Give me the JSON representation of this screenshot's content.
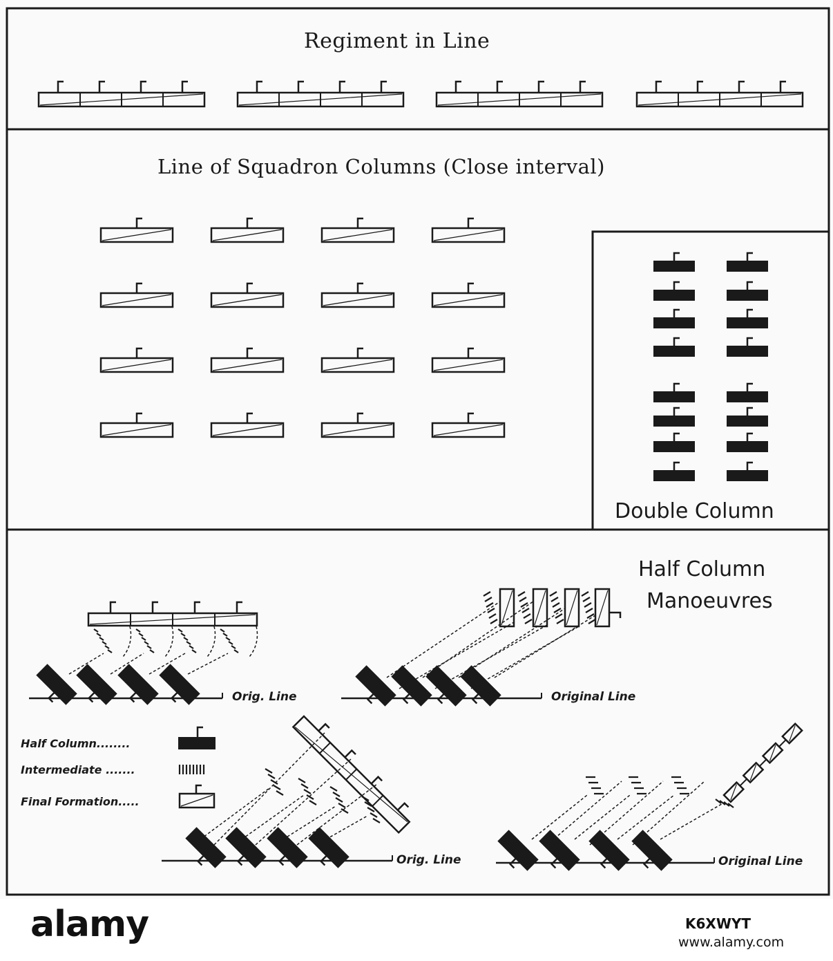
{
  "sections": {
    "regiment_in_line": "Regiment in Line",
    "squadron_columns": "Line of Squadron Columns (Close interval)",
    "double_column": "Double Column",
    "half_column_line1": "Half Column",
    "half_column_line2": "Manoeuvres"
  },
  "line_labels": {
    "orig_line_a": "Orig. Line",
    "original_line_a": "Original Line",
    "orig_line_b": "Orig. Line",
    "original_line_b": "Original Line"
  },
  "legend": {
    "half_column": "Half Column........",
    "intermediate": "Intermediate .......",
    "final_formation": "Final Formation....."
  },
  "watermark": {
    "logo": "alamy",
    "code": "K6XWYT",
    "url": "www.alamy.com"
  },
  "colors": {
    "ink": "#1a1a1a",
    "paper": "#fafafa"
  },
  "icons": {
    "flag": "pennant-flag-icon",
    "final": "hatched-rectangle-icon",
    "half": "filled-rectangle-icon",
    "intermediate": "vertical-hatching-icon"
  }
}
